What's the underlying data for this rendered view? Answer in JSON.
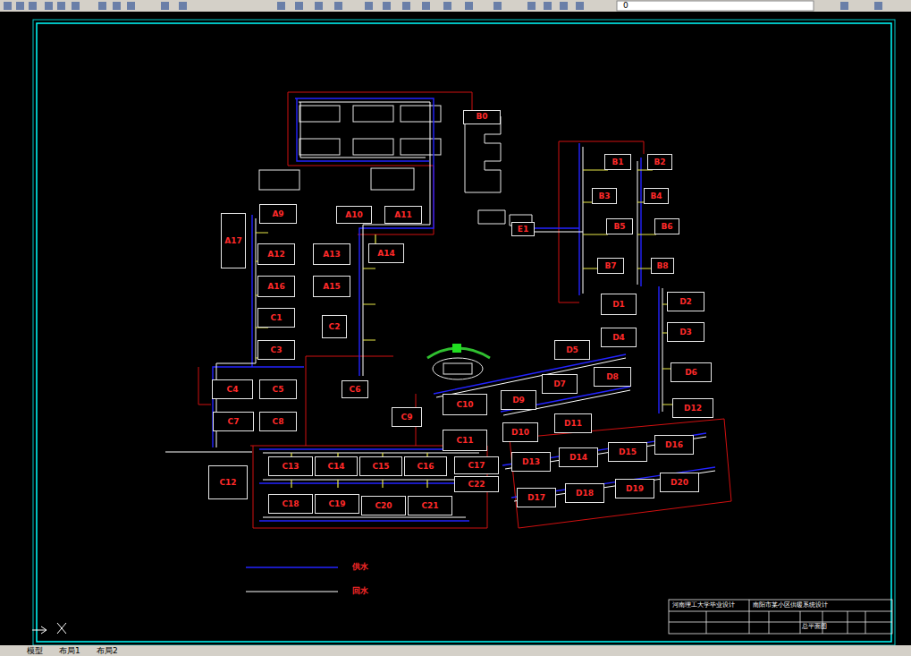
{
  "diagram": {
    "nodes": [
      {
        "text": [
          "B0"
        ]
      },
      {
        "text": [
          "B1"
        ]
      },
      {
        "text": [
          "B2"
        ]
      },
      {
        "text": [
          "B3"
        ]
      },
      {
        "text": [
          "B4"
        ]
      },
      {
        "text": [
          "E1"
        ]
      },
      {
        "text": [
          "B5"
        ]
      },
      {
        "text": [
          "B6"
        ]
      },
      {
        "text": [
          "A17"
        ]
      },
      {
        "text": [
          "A9"
        ]
      },
      {
        "text": [
          "A10"
        ]
      },
      {
        "text": [
          "A11"
        ]
      },
      {
        "text": [
          "B7"
        ]
      },
      {
        "text": [
          "B8"
        ]
      },
      {
        "text": [
          "A12"
        ]
      },
      {
        "text": [
          "A13"
        ]
      },
      {
        "text": [
          "A14"
        ]
      },
      {
        "text": [
          "A16"
        ]
      },
      {
        "text": [
          "A15"
        ]
      },
      {
        "text": [
          "D1"
        ]
      },
      {
        "text": [
          "D2"
        ]
      },
      {
        "text": [
          "C1"
        ]
      },
      {
        "text": [
          "C2"
        ]
      },
      {
        "text": [
          "D3"
        ]
      },
      {
        "text": [
          "D4"
        ]
      },
      {
        "text": [
          "C3"
        ]
      },
      {
        "text": [
          "D5"
        ]
      },
      {
        "text": [
          "D6"
        ]
      },
      {
        "text": [
          "C4"
        ]
      },
      {
        "text": [
          "C5"
        ]
      },
      {
        "text": [
          "C6"
        ]
      },
      {
        "text": [
          "D7"
        ]
      },
      {
        "text": [
          "D8"
        ]
      },
      {
        "text": [
          "C10"
        ]
      },
      {
        "text": [
          "D9"
        ]
      },
      {
        "text": [
          "D12"
        ]
      },
      {
        "text": [
          "C9"
        ]
      },
      {
        "text": [
          "C7"
        ]
      },
      {
        "text": [
          "C8"
        ]
      },
      {
        "text": [
          "D11"
        ]
      },
      {
        "text": [
          "D10"
        ]
      },
      {
        "text": [
          "C11"
        ]
      },
      {
        "text": [
          "D16"
        ]
      },
      {
        "text": [
          "D15"
        ]
      },
      {
        "text": [
          "D14"
        ]
      },
      {
        "text": [
          "D13"
        ]
      },
      {
        "text": [
          "C13"
        ]
      },
      {
        "text": [
          "C14"
        ]
      },
      {
        "text": [
          "C15"
        ]
      },
      {
        "text": [
          "C16"
        ]
      },
      {
        "text": [
          "C17"
        ]
      },
      {
        "text": [
          "C12"
        ]
      },
      {
        "text": [
          "D20"
        ]
      },
      {
        "text": [
          "C22"
        ]
      },
      {
        "text": [
          "D19"
        ]
      },
      {
        "text": [
          "D18"
        ]
      },
      {
        "text": [
          "D17"
        ]
      },
      {
        "text": [
          "C18"
        ]
      },
      {
        "text": [
          "C19"
        ]
      },
      {
        "text": [
          "C20"
        ]
      },
      {
        "text": [
          "C21"
        ]
      }
    ],
    "labels": [
      "河南理工大学毕业设计",
      "南阳市某小区供暖系统设计",
      "总平面图",
      "模型",
      "布局1",
      "布局2",
      "0"
    ],
    "legend": [
      {
        "text": "供水"
      },
      {
        "text": "回水"
      }
    ]
  }
}
